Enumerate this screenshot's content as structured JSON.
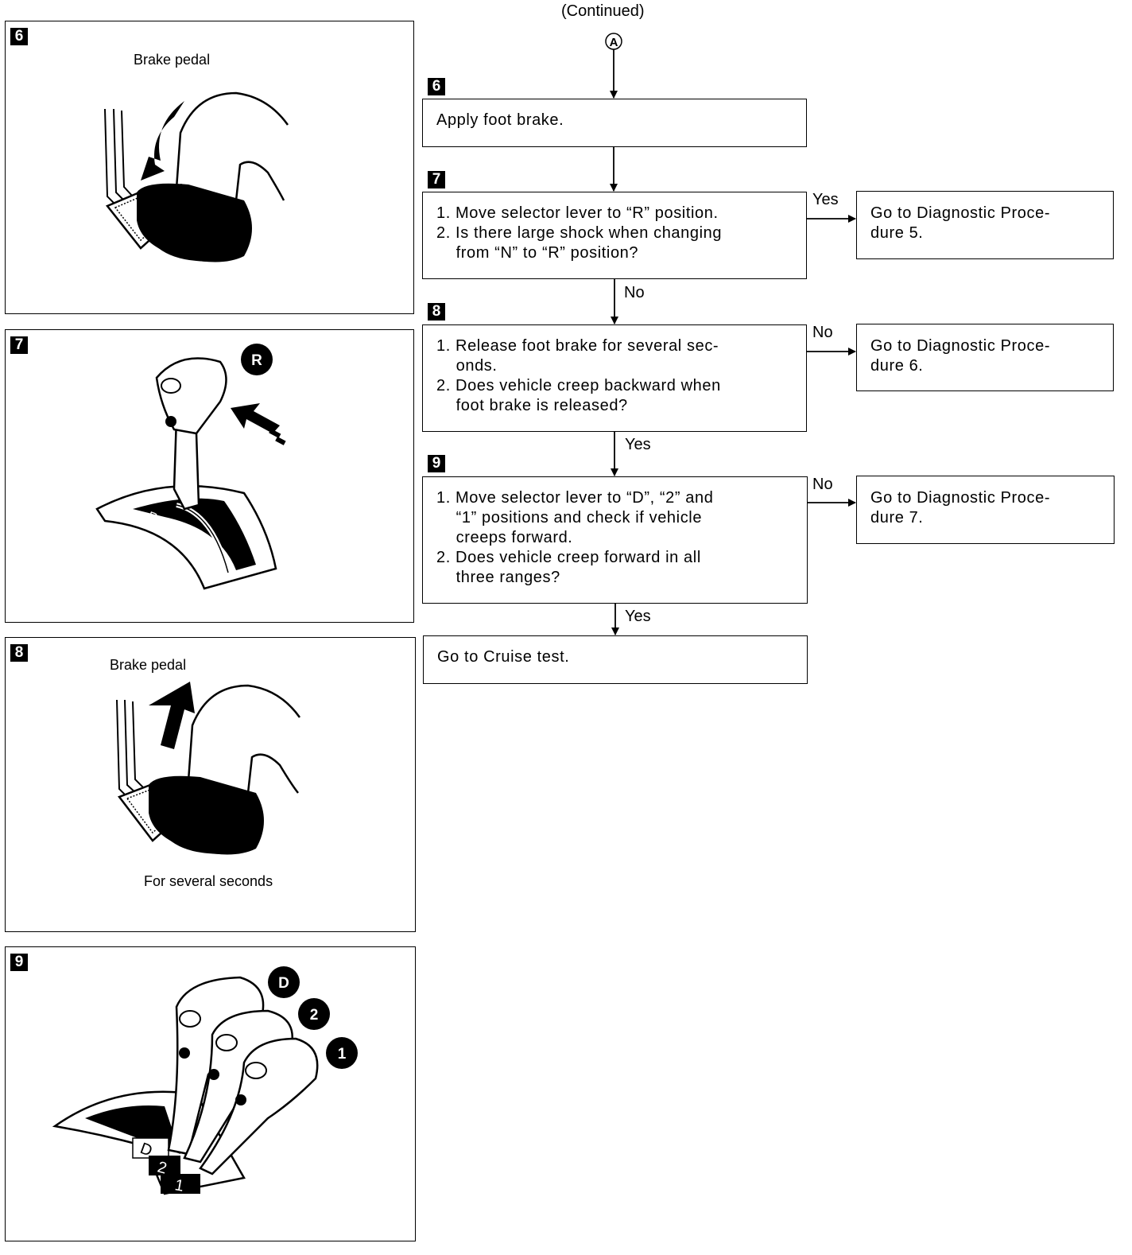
{
  "header": {
    "continued": "(Continued)",
    "connector": "A"
  },
  "panels": [
    {
      "badge": "6",
      "label": "Brake pedal"
    },
    {
      "badge": "7",
      "marker": "R",
      "gate_label": "R"
    },
    {
      "badge": "8",
      "label": "Brake pedal",
      "caption": "For several seconds"
    },
    {
      "badge": "9",
      "markers": [
        "D",
        "2",
        "1"
      ],
      "gate_labels": [
        "D",
        "2",
        "1"
      ]
    }
  ],
  "steps": [
    {
      "badge": "6",
      "lines": [
        "Apply foot brake."
      ]
    },
    {
      "badge": "7",
      "lines": [
        "1. Move selector lever to “R” position.",
        "2. Is there large shock when changing",
        "    from “N” to “R” position?"
      ]
    },
    {
      "badge": "8",
      "lines": [
        "1. Release foot brake for several sec-",
        "    onds.",
        "2. Does vehicle creep backward when",
        "    foot brake is released?"
      ]
    },
    {
      "badge": "9",
      "lines": [
        "1. Move selector lever to “D”, “2” and",
        "    “1” positions and check if vehicle",
        "    creeps forward.",
        "2. Does vehicle creep forward in all",
        "    three ranges?"
      ]
    },
    {
      "lines": [
        "Go to Cruise test."
      ]
    }
  ],
  "outcomes": [
    {
      "lines": [
        "Go to Diagnostic Proce-",
        "dure 5."
      ]
    },
    {
      "lines": [
        "Go to Diagnostic Proce-",
        "dure 6."
      ]
    },
    {
      "lines": [
        "Go to Diagnostic Proce-",
        "dure 7."
      ]
    }
  ],
  "edges": {
    "step7_right": "Yes",
    "step7_down": "No",
    "step8_right": "No",
    "step8_down": "Yes",
    "step9_right": "No",
    "step9_down": "Yes"
  }
}
